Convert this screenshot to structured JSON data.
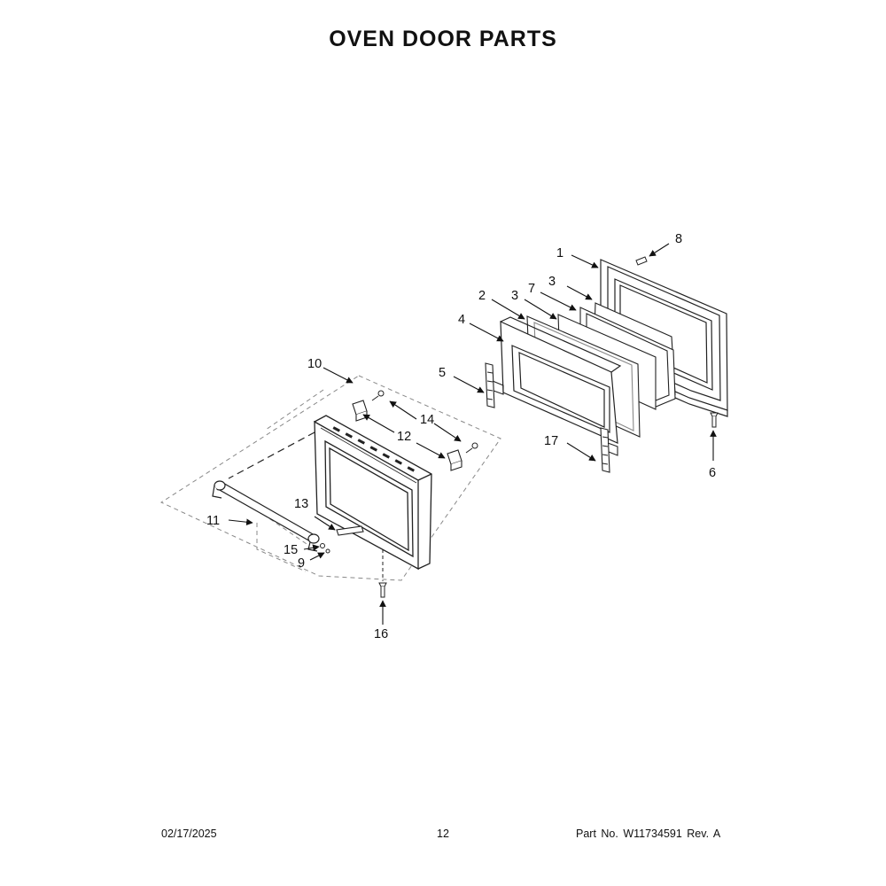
{
  "title": "OVEN DOOR PARTS",
  "footer": {
    "date": "02/17/2025",
    "page": "12",
    "part_info": "Part No.  W11734591  Rev.  A"
  },
  "callouts": {
    "c1": "1",
    "c2": "2",
    "c3a": "3",
    "c3b": "3",
    "c4": "4",
    "c5": "5",
    "c6": "6",
    "c7": "7",
    "c8": "8",
    "c9": "9",
    "c10": "10",
    "c11": "11",
    "c12": "12",
    "c13": "13",
    "c14": "14",
    "c15": "15",
    "c16": "16",
    "c17": "17"
  }
}
